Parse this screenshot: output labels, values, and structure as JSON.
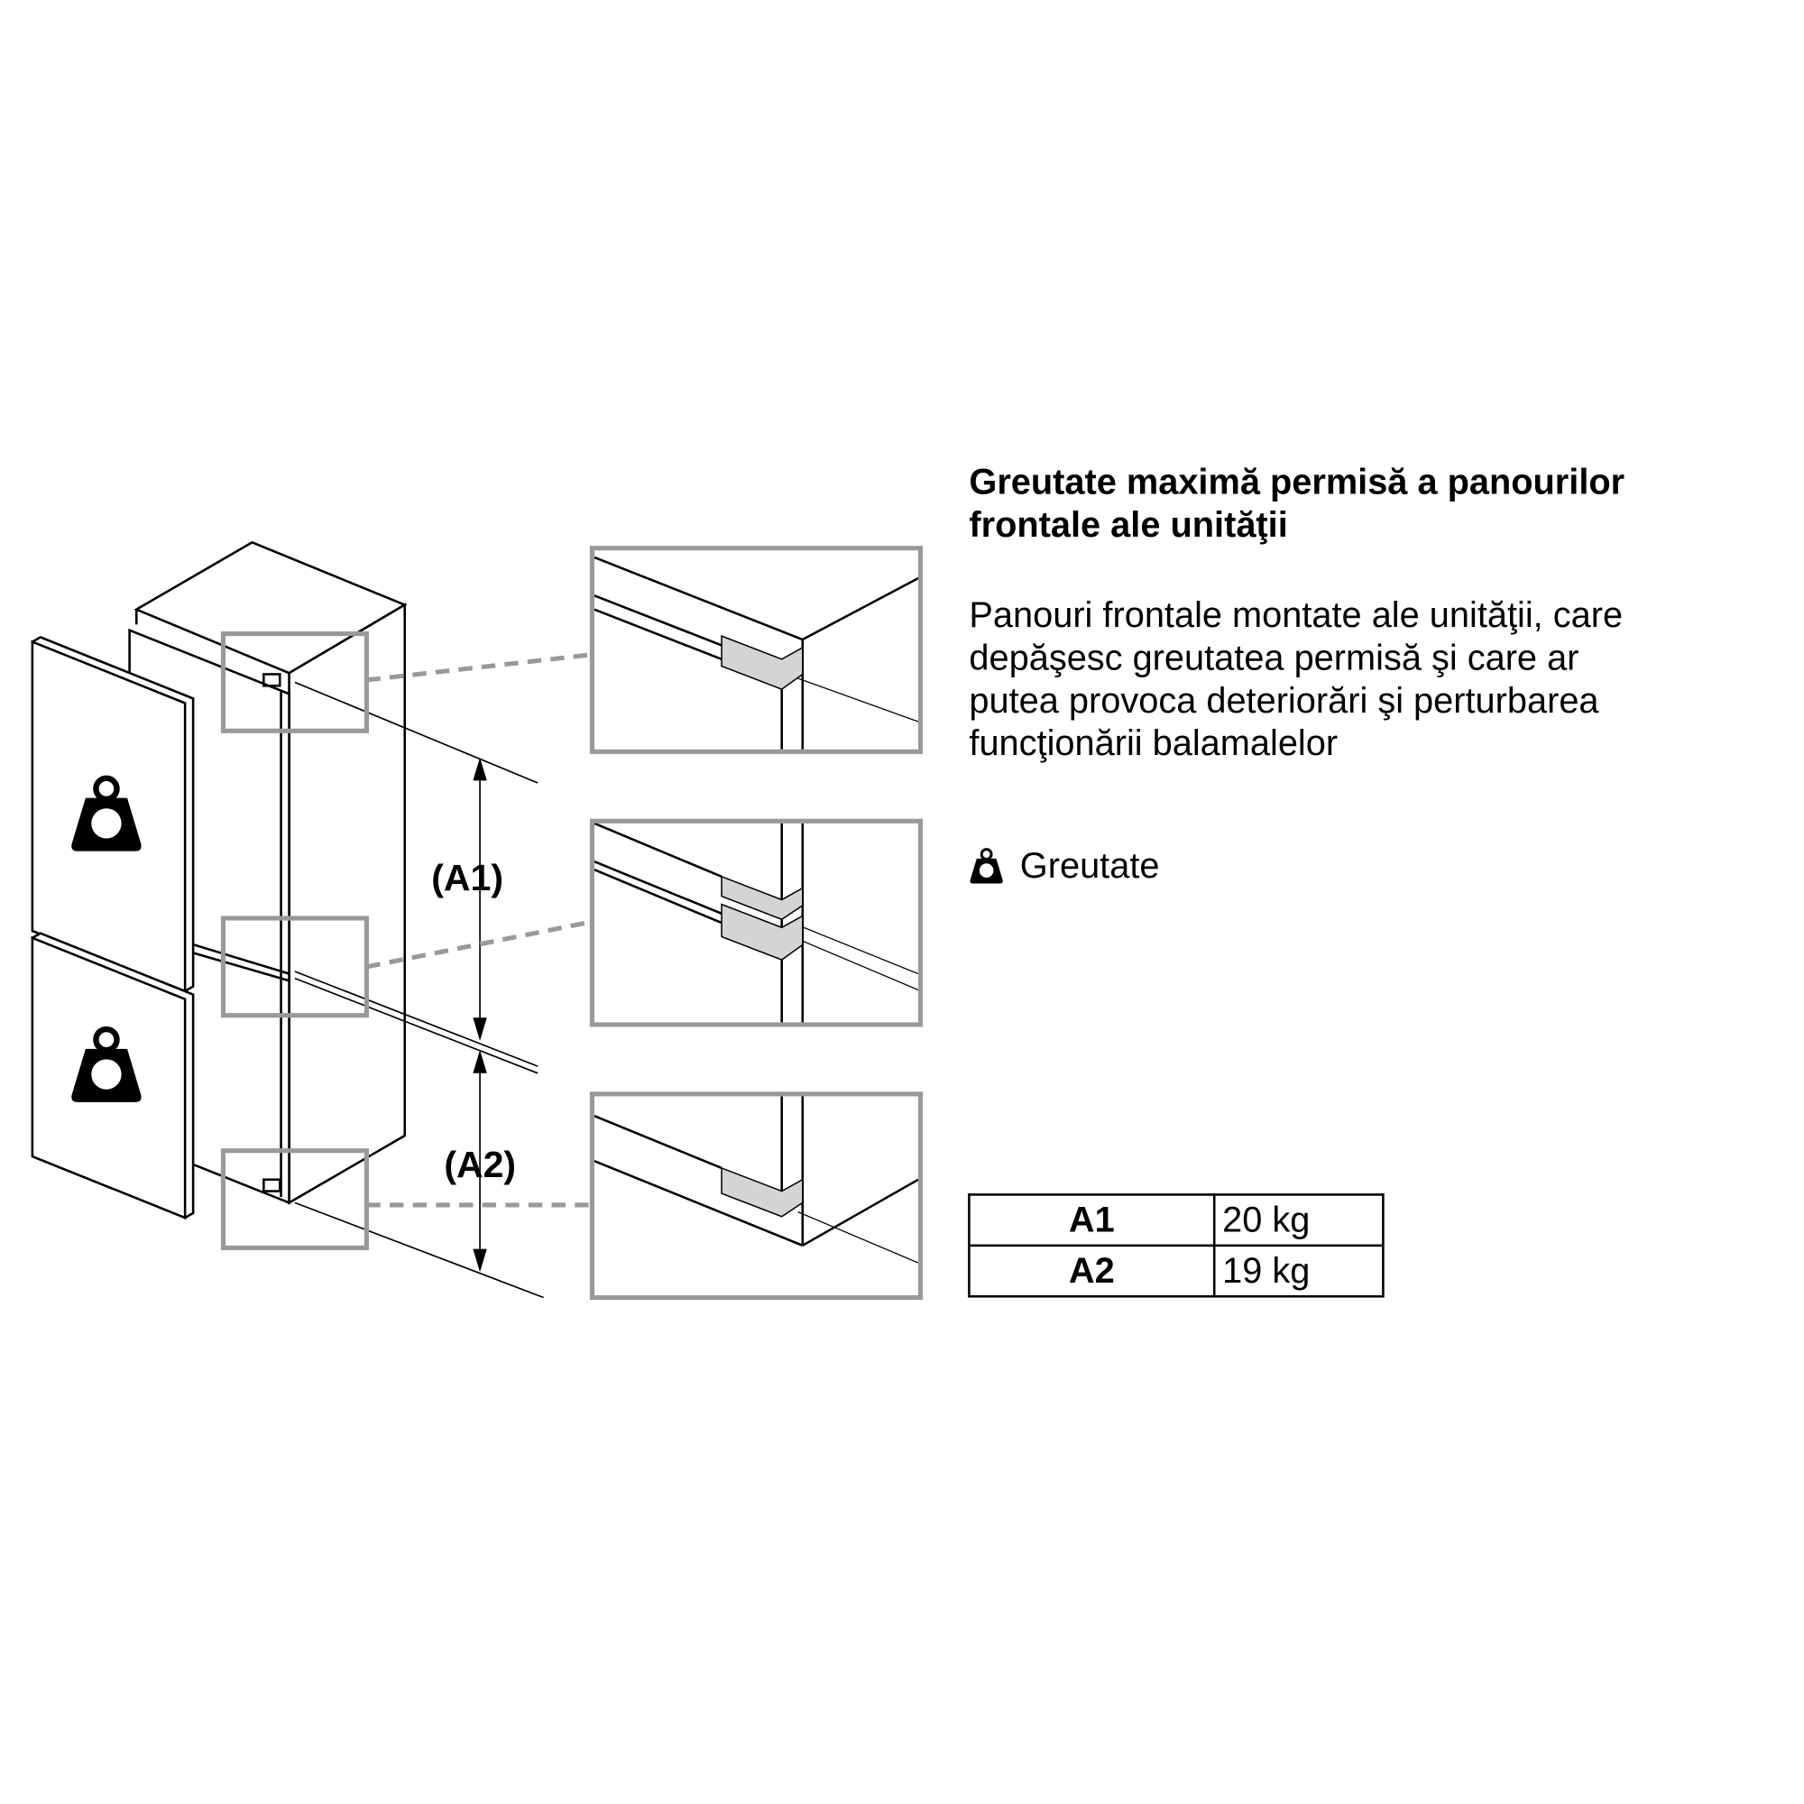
{
  "title": "Greutate maximă permisă a panourilor frontale ale unităţii",
  "title_lines": [
    "Greutate maximă permisă a panourilor",
    "frontale ale unităţii"
  ],
  "body_lines": [
    "Panouri frontale montate ale unităţii, care",
    "depăşesc greutatea permisă şi care ar",
    "putea provoca deteriorări şi perturbarea",
    "funcţionării balamalelor"
  ],
  "legend": {
    "icon": "weight-icon",
    "label": "Greutate"
  },
  "dimensions": {
    "a1": "(A1)",
    "a2": "(A2)"
  },
  "table": [
    {
      "key": "A1",
      "value": "20 kg"
    },
    {
      "key": "A2",
      "value": "19 kg"
    }
  ],
  "colors": {
    "line": "#000000",
    "callout": "#999999",
    "hinge": "#d4d4d4"
  }
}
